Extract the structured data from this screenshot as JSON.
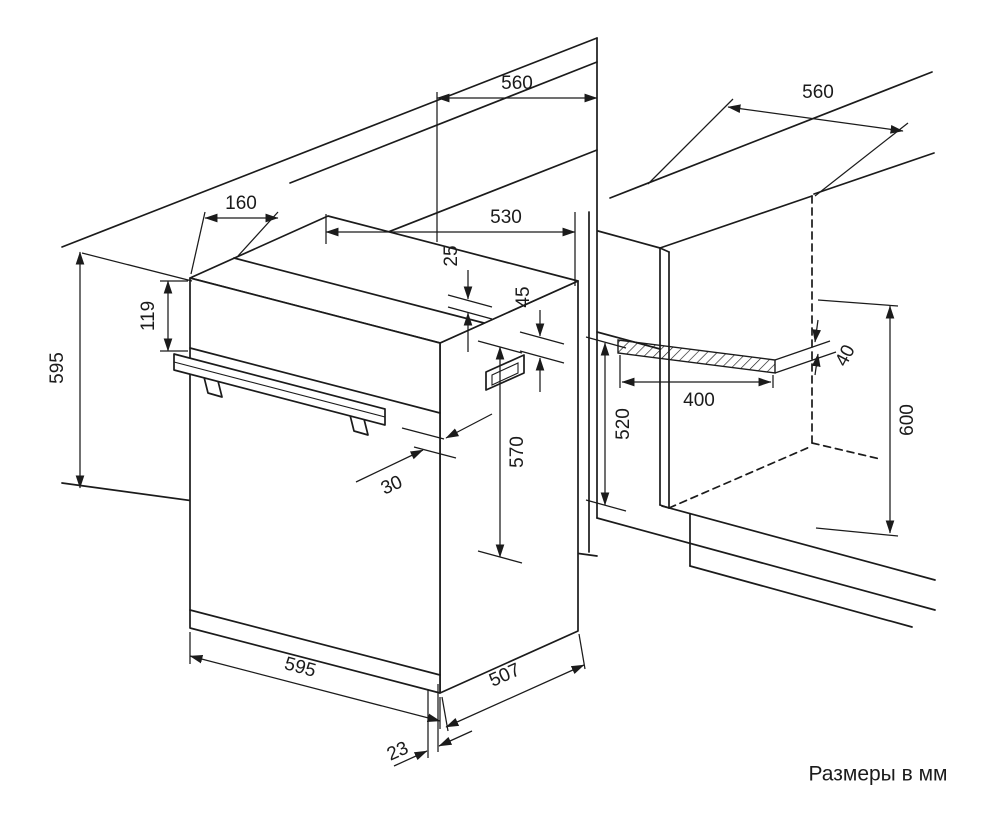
{
  "caption": "Размеры в мм",
  "dimensions": {
    "counter_depth_left": "560",
    "counter_depth_right": "560",
    "top_offset_160": "160",
    "niche_depth_530": "530",
    "clearance_25": "25",
    "clearance_45": "45",
    "panel_height_119": "119",
    "oven_height_595": "595",
    "body_height_570": "570",
    "niche_front_520": "520",
    "vent_width_400": "400",
    "vent_gap_40": "40",
    "niche_height_600": "600",
    "handle_depth_30": "30",
    "oven_width_595": "595",
    "oven_depth_507": "507",
    "door_gap_23": "23"
  }
}
